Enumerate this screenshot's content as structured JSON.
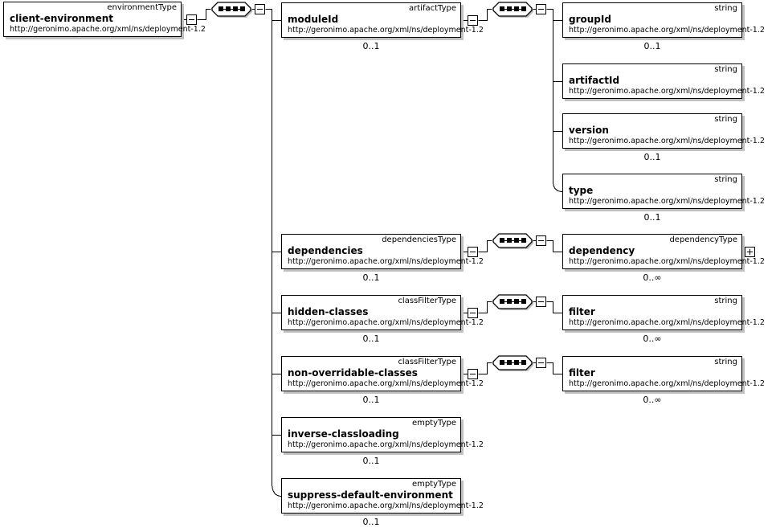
{
  "diagram": {
    "kind": "xml-schema-element-diagram",
    "namespace": "http://geronimo.apache.org/xml/ns/deployment-1.2",
    "root": {
      "name": "client-environment",
      "type": "environmentType",
      "ns": "http://geronimo.apache.org/xml/ns/deployment-1.2",
      "cardinality": ""
    },
    "nodes": [
      {
        "id": "moduleId",
        "name": "moduleId",
        "type": "artifactType",
        "ns": "http://geronimo.apache.org/xml/ns/deployment-1.2",
        "cardinality": "0..1"
      },
      {
        "id": "groupId",
        "name": "groupId",
        "type": "string",
        "ns": "http://geronimo.apache.org/xml/ns/deployment-1.2",
        "cardinality": "0..1"
      },
      {
        "id": "artifactId",
        "name": "artifactId",
        "type": "string",
        "ns": "http://geronimo.apache.org/xml/ns/deployment-1.2",
        "cardinality": ""
      },
      {
        "id": "version",
        "name": "version",
        "type": "string",
        "ns": "http://geronimo.apache.org/xml/ns/deployment-1.2",
        "cardinality": "0..1"
      },
      {
        "id": "type",
        "name": "type",
        "type": "string",
        "ns": "http://geronimo.apache.org/xml/ns/deployment-1.2",
        "cardinality": "0..1"
      },
      {
        "id": "dependencies",
        "name": "dependencies",
        "type": "dependenciesType",
        "ns": "http://geronimo.apache.org/xml/ns/deployment-1.2",
        "cardinality": "0..1"
      },
      {
        "id": "dependency",
        "name": "dependency",
        "type": "dependencyType",
        "ns": "http://geronimo.apache.org/xml/ns/deployment-1.2",
        "cardinality": "0..∞"
      },
      {
        "id": "hidden-classes",
        "name": "hidden-classes",
        "type": "classFilterType",
        "ns": "http://geronimo.apache.org/xml/ns/deployment-1.2",
        "cardinality": "0..1"
      },
      {
        "id": "filter-hidden",
        "name": "filter",
        "type": "string",
        "ns": "http://geronimo.apache.org/xml/ns/deployment-1.2",
        "cardinality": "0..∞"
      },
      {
        "id": "non-overridable-classes",
        "name": "non-overridable-classes",
        "type": "classFilterType",
        "ns": "http://geronimo.apache.org/xml/ns/deployment-1.2",
        "cardinality": "0..1"
      },
      {
        "id": "filter-nonover",
        "name": "filter",
        "type": "string",
        "ns": "http://geronimo.apache.org/xml/ns/deployment-1.2",
        "cardinality": "0..∞"
      },
      {
        "id": "inverse-classloading",
        "name": "inverse-classloading",
        "type": "emptyType",
        "ns": "http://geronimo.apache.org/xml/ns/deployment-1.2",
        "cardinality": "0..1"
      },
      {
        "id": "suppress-default-environment",
        "name": "suppress-default-environment",
        "type": "emptyType",
        "ns": "http://geronimo.apache.org/xml/ns/deployment-1.2",
        "cardinality": "0..1"
      }
    ],
    "colors": {
      "line": "#000000",
      "box_border": "#000000",
      "box_fill": "#ffffff",
      "shadow": "#c0c0c0",
      "text": "#000000"
    },
    "icons": {
      "sequence": "sequence-compositor-icon",
      "collapse": "collapse-toggle-icon",
      "expand": "expand-toggle-icon"
    }
  }
}
